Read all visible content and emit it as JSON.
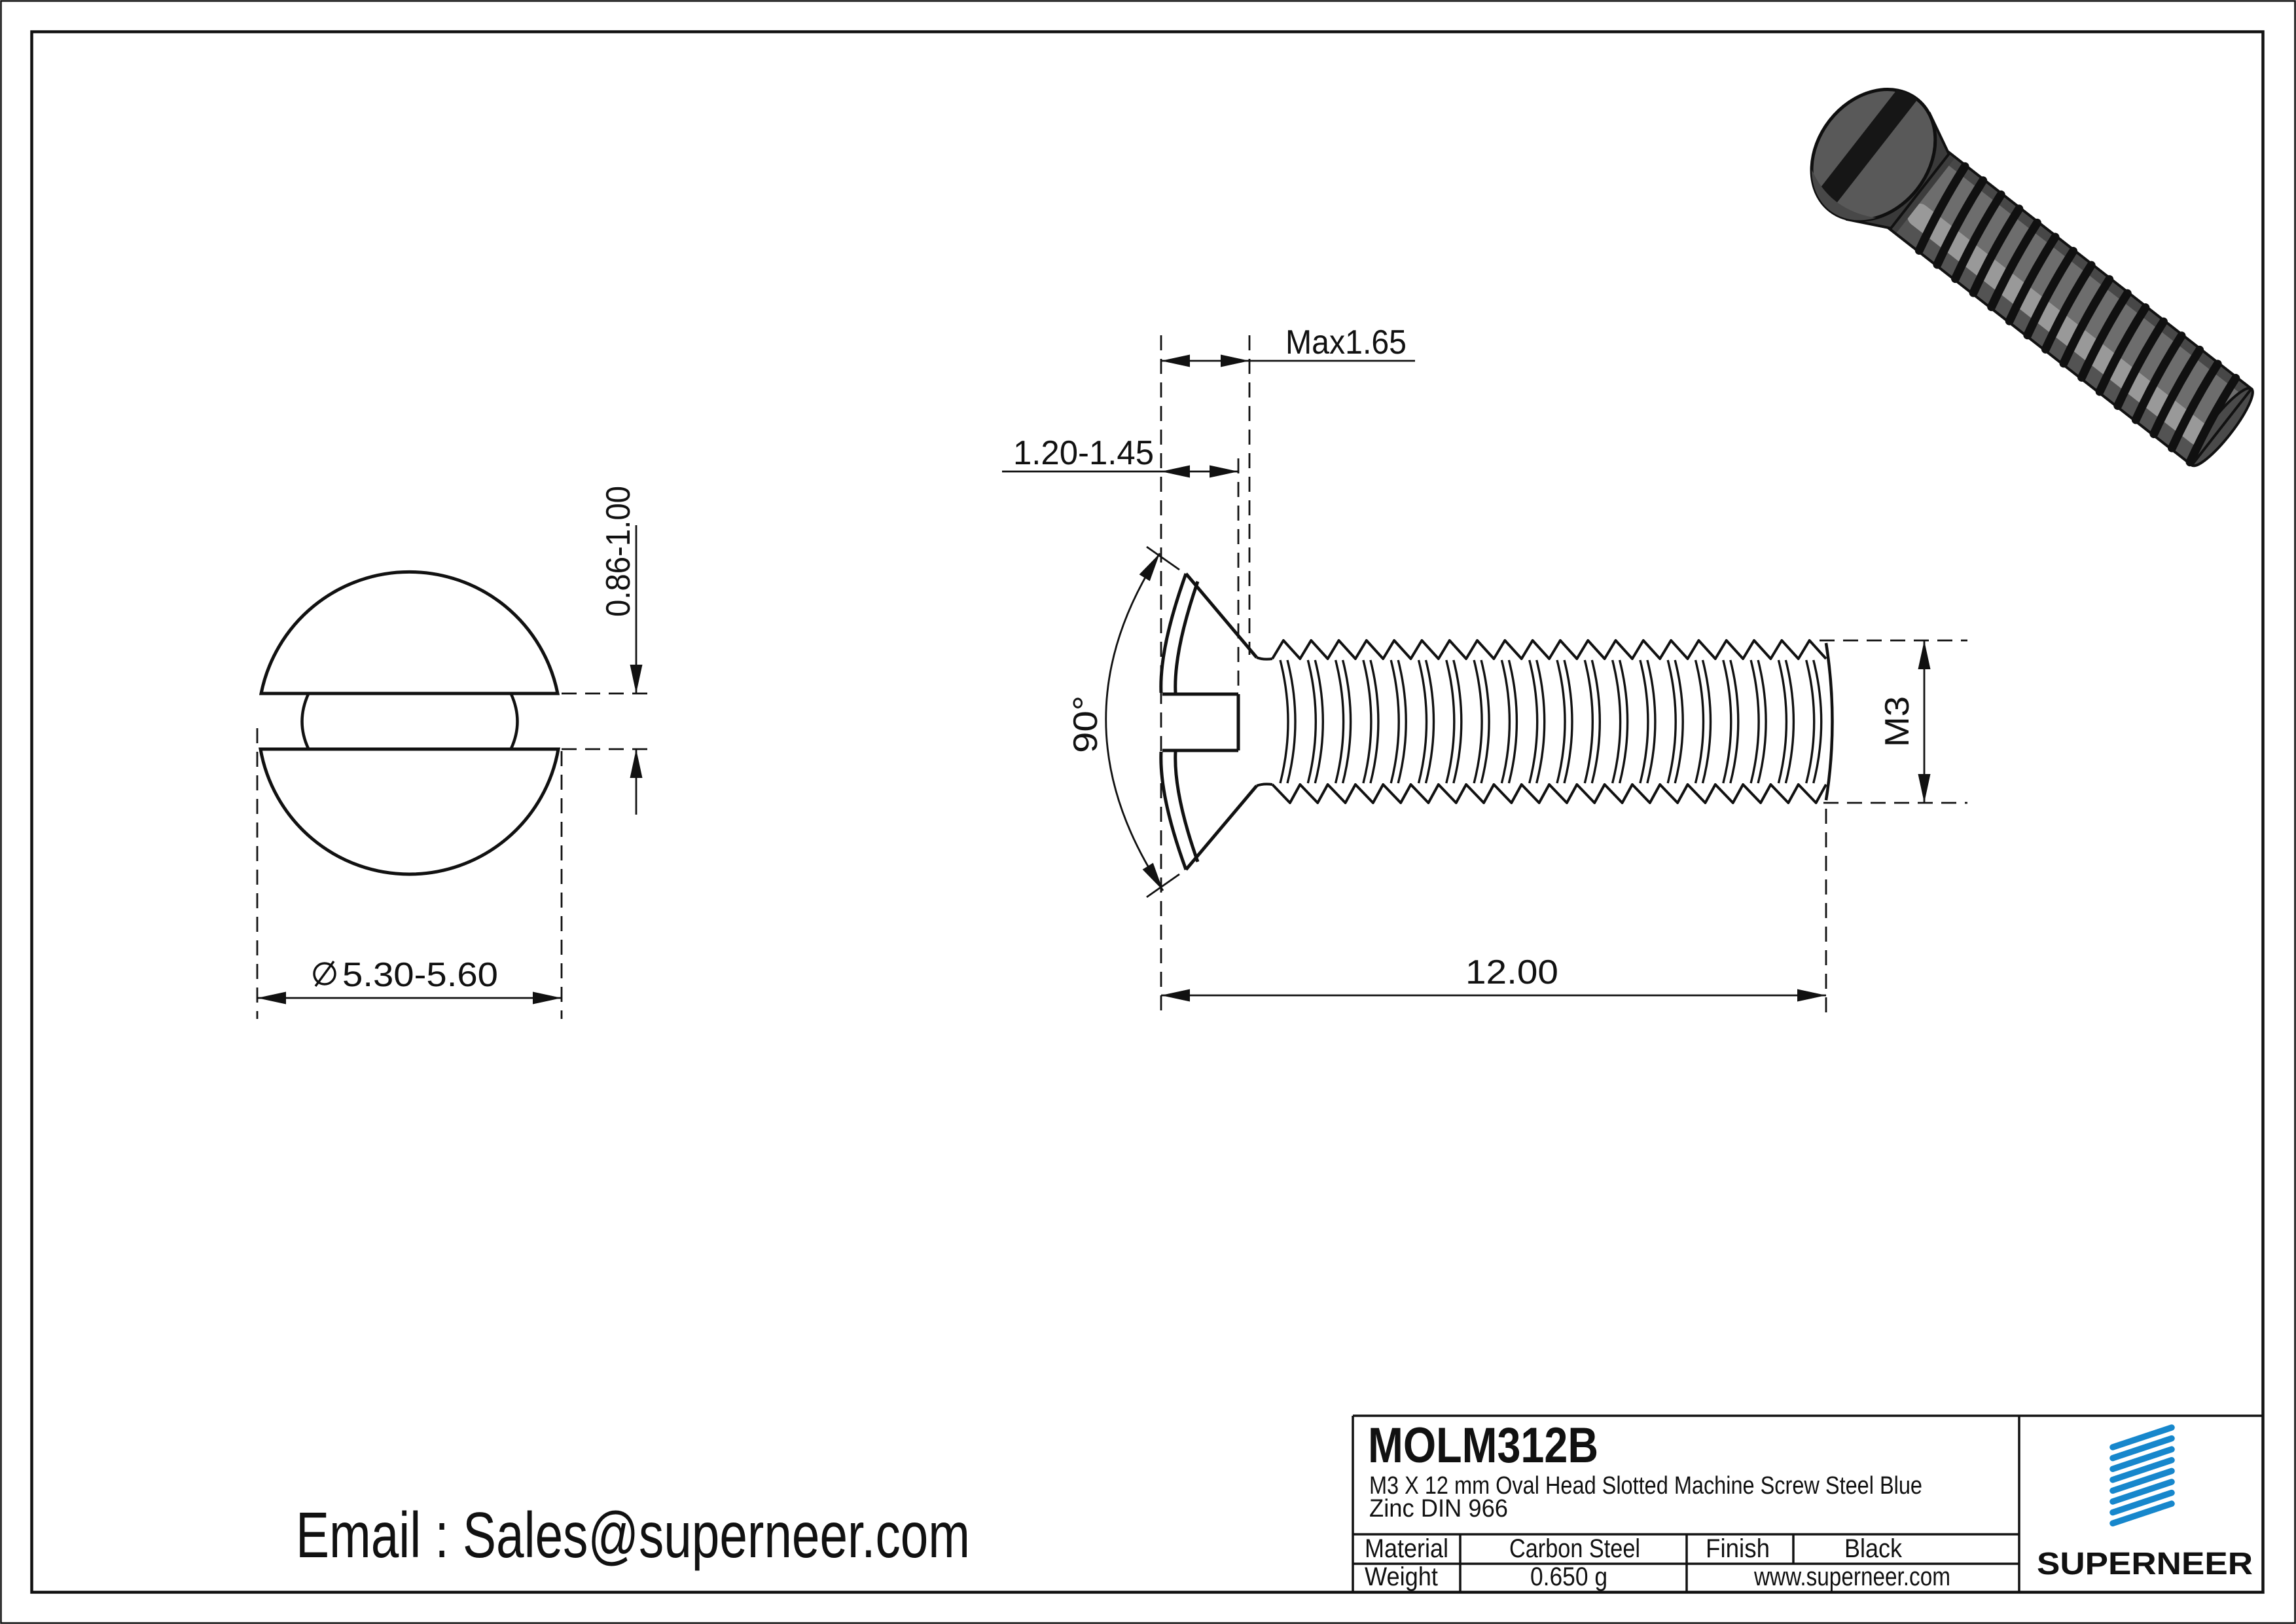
{
  "drawing": {
    "front_view": {
      "slot_width": "0.86-1.00",
      "diameter_symbol": "⌀",
      "head_diameter": "5.30-5.60"
    },
    "side_view": {
      "head_height_max": "Max1.65",
      "oval_height_range": "1.20-1.45",
      "countersink_angle": "90°",
      "thread_length": "12.00",
      "thread_size": "M3"
    }
  },
  "title_block": {
    "part_number": "MOLM312B",
    "description_line1": "M3 X 12 mm  Oval Head Slotted Machine Screw Steel Blue",
    "description_line2": "Zinc DIN 966",
    "material_label": "Material",
    "material_value": "Carbon Steel",
    "finish_label": "Finish",
    "finish_value": "Black",
    "weight_label": "Weight",
    "weight_value": "0.650 g",
    "website": "www.superneer.com",
    "brand_name": "SUPERNEER"
  },
  "footer": {
    "email": "Email : Sales@superneer.com"
  },
  "colors": {
    "brand_blue": "#1787cc",
    "link_blue": "#1b7fd0",
    "line_black": "#111111"
  }
}
